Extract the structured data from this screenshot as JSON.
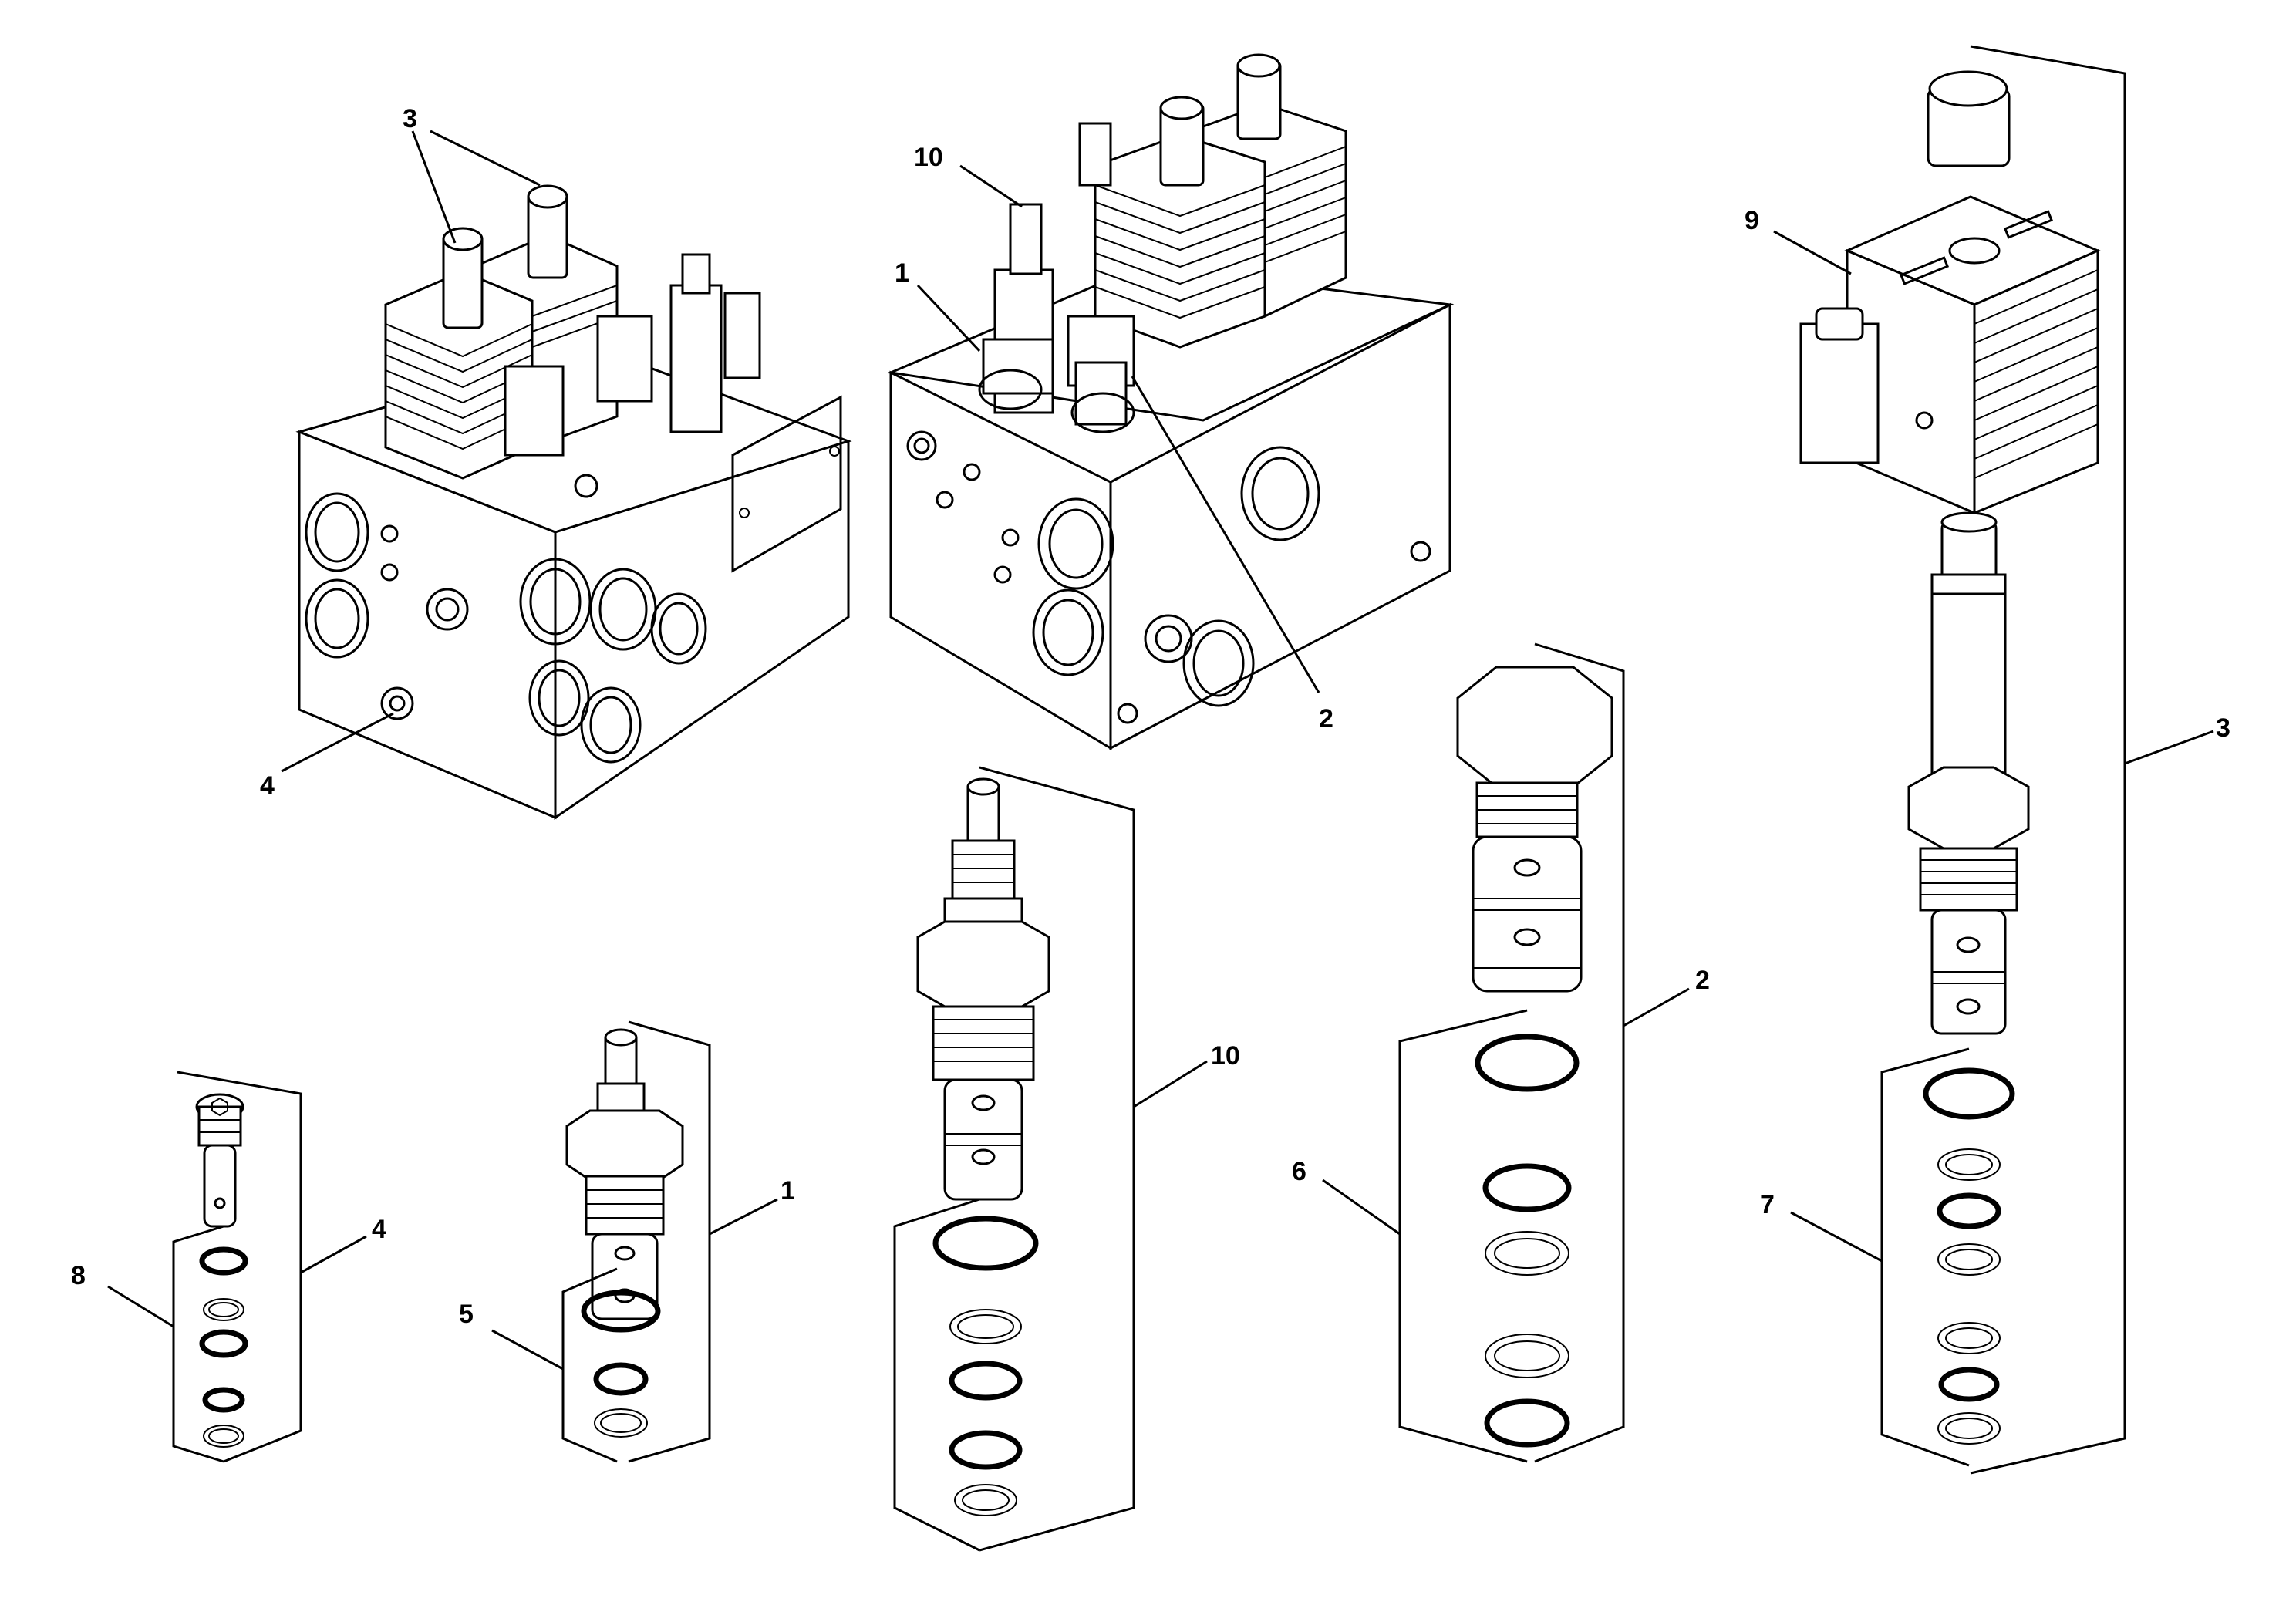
{
  "callouts": [
    {
      "key": "c3a",
      "text": "3"
    },
    {
      "key": "c4a",
      "text": "4"
    },
    {
      "key": "c10a",
      "text": "10"
    },
    {
      "key": "c1a",
      "text": "1"
    },
    {
      "key": "c2a",
      "text": "2"
    },
    {
      "key": "c9",
      "text": "9"
    },
    {
      "key": "c3b",
      "text": "3"
    },
    {
      "key": "c2b",
      "text": "2"
    },
    {
      "key": "c10b",
      "text": "10"
    },
    {
      "key": "c6",
      "text": "6"
    },
    {
      "key": "c7",
      "text": "7"
    },
    {
      "key": "c1b",
      "text": "1"
    },
    {
      "key": "c4b",
      "text": "4"
    },
    {
      "key": "c8",
      "text": "8"
    },
    {
      "key": "c5",
      "text": "5"
    }
  ],
  "parts": [
    "valve-manifold-front",
    "valve-manifold-rear",
    "solenoid-coil",
    "solenoid-cartridge-valve",
    "check-valve-cartridge",
    "relief-valve-cartridge",
    "pressure-valve-cartridge",
    "orifice-plug-cartridge",
    "seal-kit-rings"
  ]
}
